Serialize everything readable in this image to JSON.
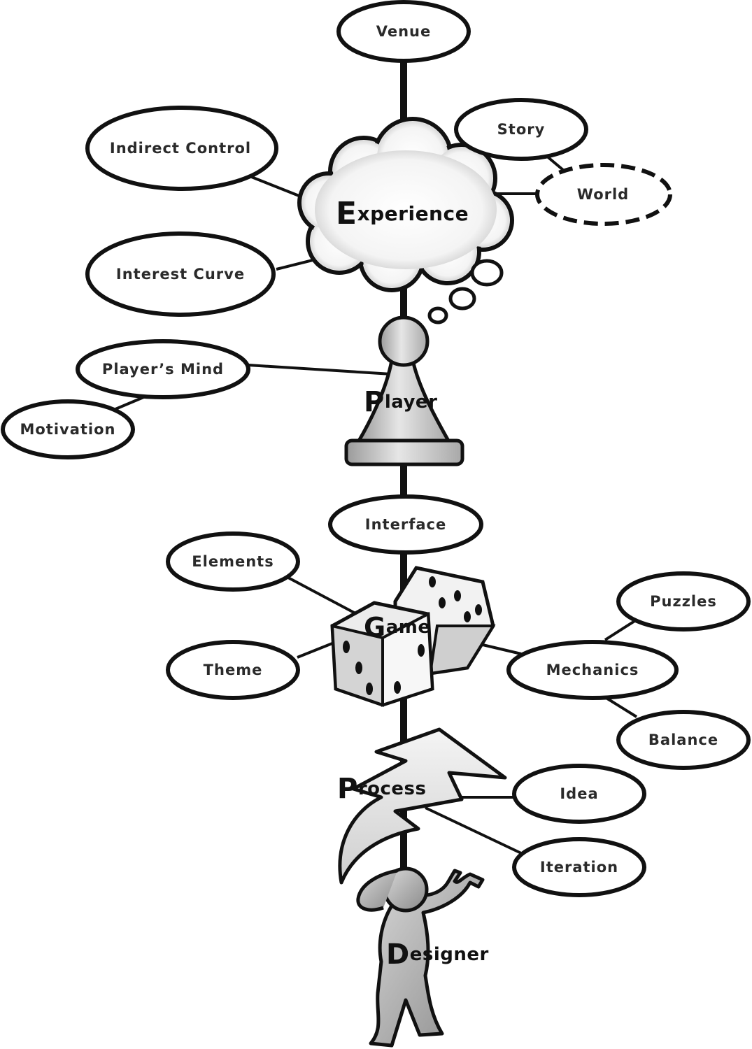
{
  "colors": {
    "ink": "#111111",
    "shape_fill": "#eeeeee",
    "shape_shade": "#bbbbbb"
  },
  "central": {
    "experience": {
      "initial": "E",
      "rest": "xperience"
    },
    "player": {
      "initial": "P",
      "rest": "layer"
    },
    "game": {
      "initial": "G",
      "rest": "ame"
    },
    "process": {
      "initial": "P",
      "rest": "rocess"
    },
    "designer": {
      "initial": "D",
      "rest": "esigner"
    }
  },
  "nodes": {
    "venue": "Venue",
    "story": "Story",
    "indirect_control": "Indirect Control",
    "world": "World",
    "interest_curve": "Interest Curve",
    "players_mind": "Player’s Mind",
    "motivation": "Motivation",
    "interface": "Interface",
    "elements": "Elements",
    "puzzles": "Puzzles",
    "theme": "Theme",
    "mechanics": "Mechanics",
    "balance": "Balance",
    "idea": "Idea",
    "iteration": "Iteration"
  },
  "icons": {
    "experience": "thought-cloud-icon",
    "player": "pawn-icon",
    "game": "dice-icon",
    "process": "lightning-bolt-icon",
    "designer": "thinking-person-icon"
  }
}
